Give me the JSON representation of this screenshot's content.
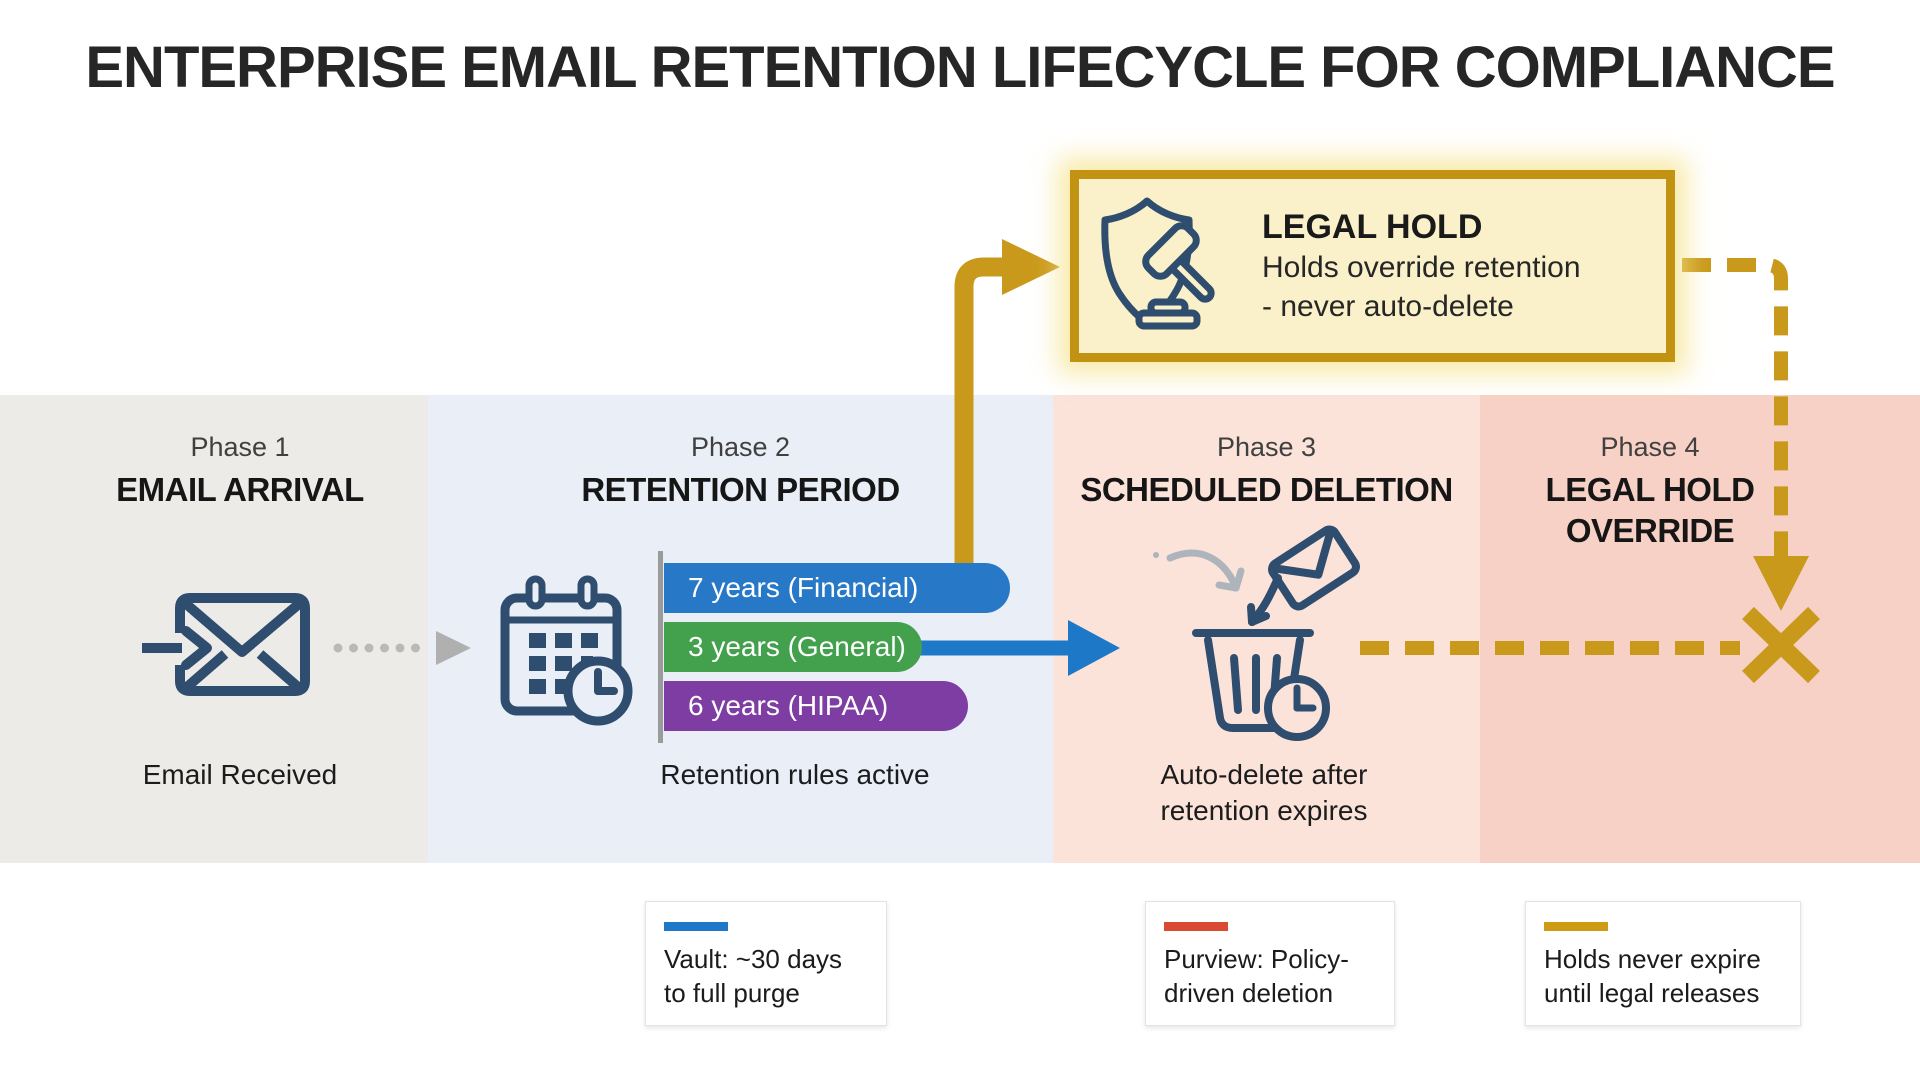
{
  "title": "ENTERPRISE EMAIL RETENTION LIFECYCLE FOR COMPLIANCE",
  "callout": {
    "title": "LEGAL HOLD",
    "lines": [
      "Holds override retention",
      "- never auto-delete"
    ],
    "icon": "shield-gavel-icon"
  },
  "phases": [
    {
      "label": "Phase 1",
      "name": "EMAIL ARRIVAL",
      "caption": "Email Received",
      "band_color": "#ECEBE8",
      "icon": "incoming-email-icon"
    },
    {
      "label": "Phase 2",
      "name": "RETENTION PERIOD",
      "caption": "Retention rules active",
      "band_color": "#E9EEF7",
      "icon": "calendar-clock-icon",
      "bars": [
        {
          "label": "7 years (Financial)",
          "color": "#2878C8"
        },
        {
          "label": "3 years (General)",
          "color": "#43A04D"
        },
        {
          "label": "6 years (HIPAA)",
          "color": "#7D3DA2"
        }
      ]
    },
    {
      "label": "Phase 3",
      "name": "SCHEDULED DELETION",
      "caption": "Auto-delete after retention expires",
      "band_color": "#FBE3DA",
      "icon": "trash-delete-icon"
    },
    {
      "label": "Phase 4",
      "name": "LEGAL HOLD OVERRIDE",
      "band_color": "#F8D1C6",
      "icon": "blocked-x-icon"
    }
  ],
  "legend": [
    {
      "swatch_color": "#1E78C8",
      "lines": [
        "Vault: ~30 days",
        "to full purge"
      ]
    },
    {
      "swatch_color": "#D94A33",
      "lines": [
        "Purview: Policy-",
        "driven deletion"
      ]
    },
    {
      "swatch_color": "#CE9C14",
      "lines": [
        "Holds never expire",
        "until legal releases"
      ]
    }
  ],
  "colors": {
    "gold_connector": "#C9991B",
    "navy_icon": "#2F4D6E",
    "blue_arrow": "#1E78C8",
    "dotted_gray": "#B9B9B9",
    "callout_bg": "#FAF1CA",
    "callout_border": "#C29312",
    "title_text": "#262626"
  }
}
